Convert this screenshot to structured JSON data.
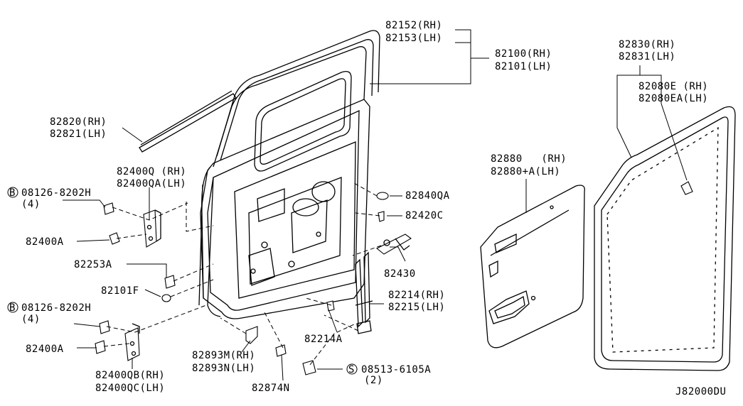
{
  "labels": {
    "sash_rh": "82152(RH)",
    "sash_lh": "82153(LH)",
    "door_rh": "82100(RH)",
    "door_lh": "82101(LH)",
    "weatherstrip_rh": "82830(RH)",
    "weatherstrip_lh": "82831(LH)",
    "clip_rh": "82080E (RH)",
    "clip_lh": "82080EA(LH)",
    "molding_rh": "82820(RH)",
    "molding_lh": "82821(LH)",
    "upper_bolt_circle": "B",
    "upper_bolt": "08126-8202H",
    "upper_bolt_qty": "(4)",
    "upper_hinge_rh": "82400Q (RH)",
    "upper_hinge_lh": "82400QA(LH)",
    "upper_hinge_pin": "82400A",
    "grommet": "82840QA",
    "screw": "82420C",
    "check_link": "82430",
    "trim_rh": "82880   (RH)",
    "trim_lh": "82880+A(LH)",
    "striker": "82253A",
    "cap": "82101F",
    "lower_bolt_circle": "B",
    "lower_bolt": "08126-8202H",
    "lower_bolt_qty": "(4)",
    "lower_hinge_pin": "82400A",
    "lower_hinge_rh": "82400QB(RH)",
    "lower_hinge_lh": "82400QC(LH)",
    "regulator_rh": "82214(RH)",
    "regulator_lh": "82215(LH)",
    "regulator_bolt": "82214A",
    "bracket_rh": "82893M(RH)",
    "bracket_lh": "82893N(LH)",
    "clip_bottom": "82874N",
    "screw_circle": "S",
    "screw_bottom": "08513-6105A",
    "screw_bottom_qty": "(2)",
    "diagram_code": "J82000DU"
  }
}
